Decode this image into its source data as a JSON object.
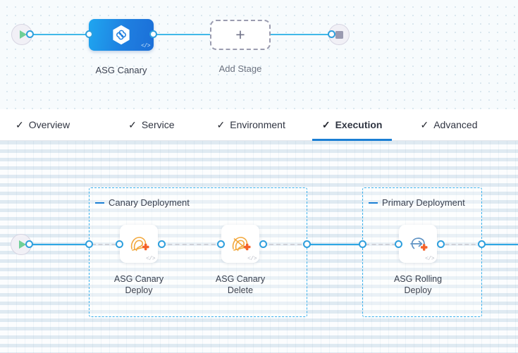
{
  "pipeline": {
    "start_icon": "play-icon",
    "end_icon": "stop-icon",
    "stages": [
      {
        "name": "ASG Canary",
        "type": "deployment-stage",
        "icon": "harness-hexagon-icon",
        "badge": "</>"
      }
    ],
    "add_stage": {
      "label": "Add Stage",
      "icon": "plus-icon"
    }
  },
  "tabs": [
    {
      "label": "Overview",
      "check": "✓",
      "active": false
    },
    {
      "label": "Service",
      "check": "✓",
      "active": false
    },
    {
      "label": "Environment",
      "check": "✓",
      "active": false
    },
    {
      "label": "Execution",
      "check": "✓",
      "active": true
    },
    {
      "label": "Advanced",
      "check": "✓",
      "active": false
    }
  ],
  "execution": {
    "start_icon": "play-icon",
    "groups": [
      {
        "label": "Canary Deployment",
        "collapse_icon": "collapse-dash-icon",
        "steps": [
          {
            "label": "ASG Canary\nDeploy",
            "icon": "asg-canary-deploy-icon",
            "badge": "</>"
          },
          {
            "label": "ASG Canary\nDelete",
            "icon": "asg-canary-delete-icon",
            "badge": "</>"
          }
        ]
      },
      {
        "label": "Primary Deployment",
        "collapse_icon": "collapse-dash-icon",
        "steps": [
          {
            "label": "ASG Rolling\nDeploy",
            "icon": "asg-rolling-deploy-icon",
            "badge": "</>"
          }
        ]
      }
    ]
  },
  "colors": {
    "accent_blue": "#1b7fd4",
    "wire_blue": "#2ea7e4",
    "group_border": "#3ab0ec",
    "stage_gradient_from": "#1fa6f0",
    "stage_gradient_to": "#1b6fd8",
    "icon_orange": "#f28e2b",
    "icon_orange_accent": "#f4622a",
    "icon_steel": "#5f93c4",
    "play_green": "#6fcf97",
    "stop_gray": "#9a9ab0",
    "text_dark": "#39404e",
    "canvas_top_bg": "#f7fbfd",
    "canvas_exec_bg": "#fcfdfe"
  }
}
